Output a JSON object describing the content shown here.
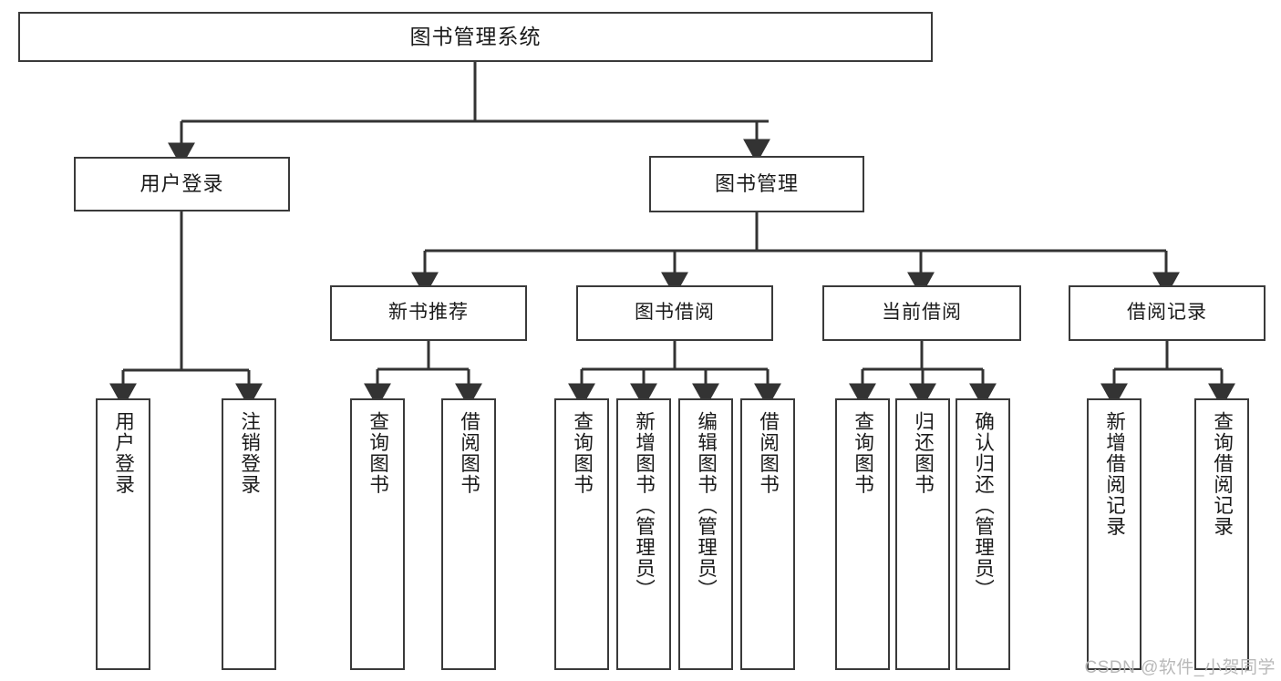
{
  "diagram": {
    "title": "图书管理系统",
    "type": "tree",
    "colors": {
      "box_border": "#3a3a3a",
      "box_fill": "#ffffff",
      "edge": "#333333",
      "text": "#1a1a1a",
      "watermark": "#b9b9b9",
      "background": "#ffffff"
    },
    "root": {
      "label": "图书管理系统"
    },
    "level1": [
      {
        "label": "用户登录"
      },
      {
        "label": "图书管理"
      }
    ],
    "level2": [
      {
        "label": "新书推荐"
      },
      {
        "label": "图书借阅"
      },
      {
        "label": "当前借阅"
      },
      {
        "label": "借阅记录"
      }
    ],
    "leaves": {
      "user_login": [
        {
          "label": "用户登录"
        },
        {
          "label": "注销登录"
        }
      ],
      "new_book_recommend": [
        {
          "label": "查询图书"
        },
        {
          "label": "借阅图书"
        }
      ],
      "book_borrow": [
        {
          "label": "查询图书"
        },
        {
          "label": "新增图书（管理员）"
        },
        {
          "label": "编辑图书（管理员）"
        },
        {
          "label": "借阅图书"
        }
      ],
      "current_borrow": [
        {
          "label": "查询图书"
        },
        {
          "label": "归还图书"
        },
        {
          "label": "确认归还（管理员）"
        }
      ],
      "borrow_record": [
        {
          "label": "新增借阅记录"
        },
        {
          "label": "查询借阅记录"
        }
      ]
    }
  },
  "watermark": {
    "text": "CSDN @软件_小贺同学"
  }
}
